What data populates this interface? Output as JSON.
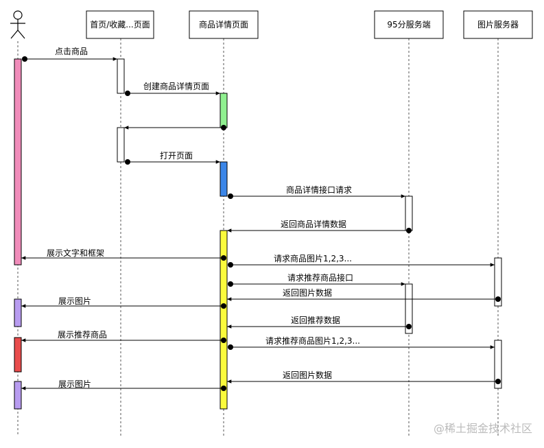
{
  "actors": [
    {
      "id": "user",
      "label": ""
    },
    {
      "id": "home",
      "label": "首页/收藏...页面"
    },
    {
      "id": "detail",
      "label": "商品详情页面"
    },
    {
      "id": "server",
      "label": "95分服务端"
    },
    {
      "id": "img",
      "label": "图片服务器"
    }
  ],
  "messages": [
    {
      "id": "m1",
      "label": "点击商品"
    },
    {
      "id": "m2",
      "label": "创建商品详情页面"
    },
    {
      "id": "m3",
      "label": ""
    },
    {
      "id": "m4",
      "label": "打开页面"
    },
    {
      "id": "m5",
      "label": "商品详情接口请求"
    },
    {
      "id": "m6",
      "label": "返回商品详情数据"
    },
    {
      "id": "m7",
      "label": "展示文字和框架"
    },
    {
      "id": "m8",
      "label": "请求商品图片1,2,3..."
    },
    {
      "id": "m9",
      "label": "请求推荐商品接口"
    },
    {
      "id": "m10",
      "label": "返回图片数据"
    },
    {
      "id": "m11",
      "label": "展示图片"
    },
    {
      "id": "m12",
      "label": "返回推荐数据"
    },
    {
      "id": "m13",
      "label": "展示推荐商品"
    },
    {
      "id": "m14",
      "label": "请求推荐商品图片1,2,3..."
    },
    {
      "id": "m15",
      "label": "返回图片数据"
    },
    {
      "id": "m16",
      "label": "展示图片"
    }
  ],
  "colors": {
    "user_main": "#f08cba",
    "user_img": "#b89cf0",
    "user_rec": "#e84c4c",
    "detail_create": "#90f090",
    "detail_open": "#3b86e8",
    "detail_main": "#fbfb3c",
    "plain": "#ffffff"
  },
  "watermark": "@稀土掘金技术社区"
}
